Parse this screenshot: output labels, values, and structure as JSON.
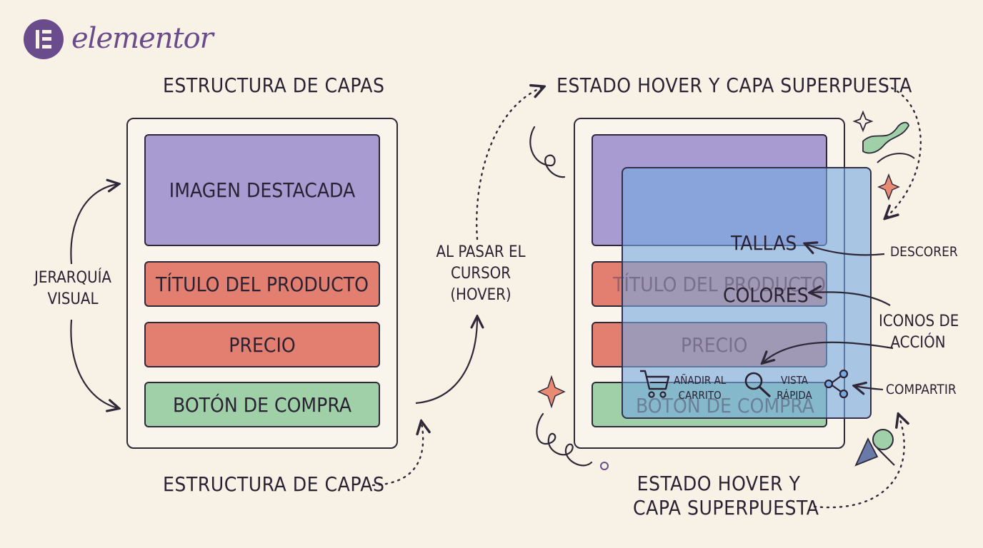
{
  "brand": {
    "name": "elementor"
  },
  "left": {
    "heading_top": "ESTRUCTURA DE CAPAS",
    "heading_bottom": "ESTRUCTURA DE CAPAS",
    "side_label_line1": "JERARQUÍA",
    "side_label_line2": "VISUAL",
    "blocks": {
      "image": "IMAGEN DESTACADA",
      "title": "TÍTULO DEL PRODUCTO",
      "price": "PRECIO",
      "button": "BOTÓN DE COMPRA"
    }
  },
  "middle": {
    "line1": "AL PASAR EL",
    "line2": "CURSOR",
    "line3": "(HOVER)"
  },
  "right": {
    "heading_top": "ESTADO HOVER Y CAPA SUPERPUESTA",
    "heading_bottom_line1": "ESTADO HOVER Y",
    "heading_bottom_line2": "CAPA SUPERPUESTA",
    "overlay": {
      "sizes": "TALLAS",
      "colors": "COLORES",
      "ghost_title": "TÍTULO DEL PRODUCTO",
      "ghost_price": "PRECIO",
      "ghost_button": "BOTÓN DE COMPRA",
      "add_to_cart_line1": "AÑADIR AL",
      "add_to_cart_line2": "CARRITO",
      "quick_view_line1": "VISTA",
      "quick_view_line2": "RÁPIDA"
    },
    "annotations": {
      "descorer": "DESCORER",
      "action_icons_line1": "ICONOS DE",
      "action_icons_line2": "ACCIÓN",
      "share": "COMPARTIR"
    }
  },
  "colors": {
    "background": "#f8f2e6",
    "ink": "#2a2233",
    "brand": "#6a4b8c",
    "image_block": "#a79bd2",
    "text_blocks": "#e27f70",
    "button_block": "#9fd0a8",
    "overlay": "#78aae1"
  },
  "icons": [
    "elementor-logo",
    "cart-icon",
    "search-icon",
    "share-icon",
    "sparkle-icon",
    "pushpin-icon"
  ]
}
